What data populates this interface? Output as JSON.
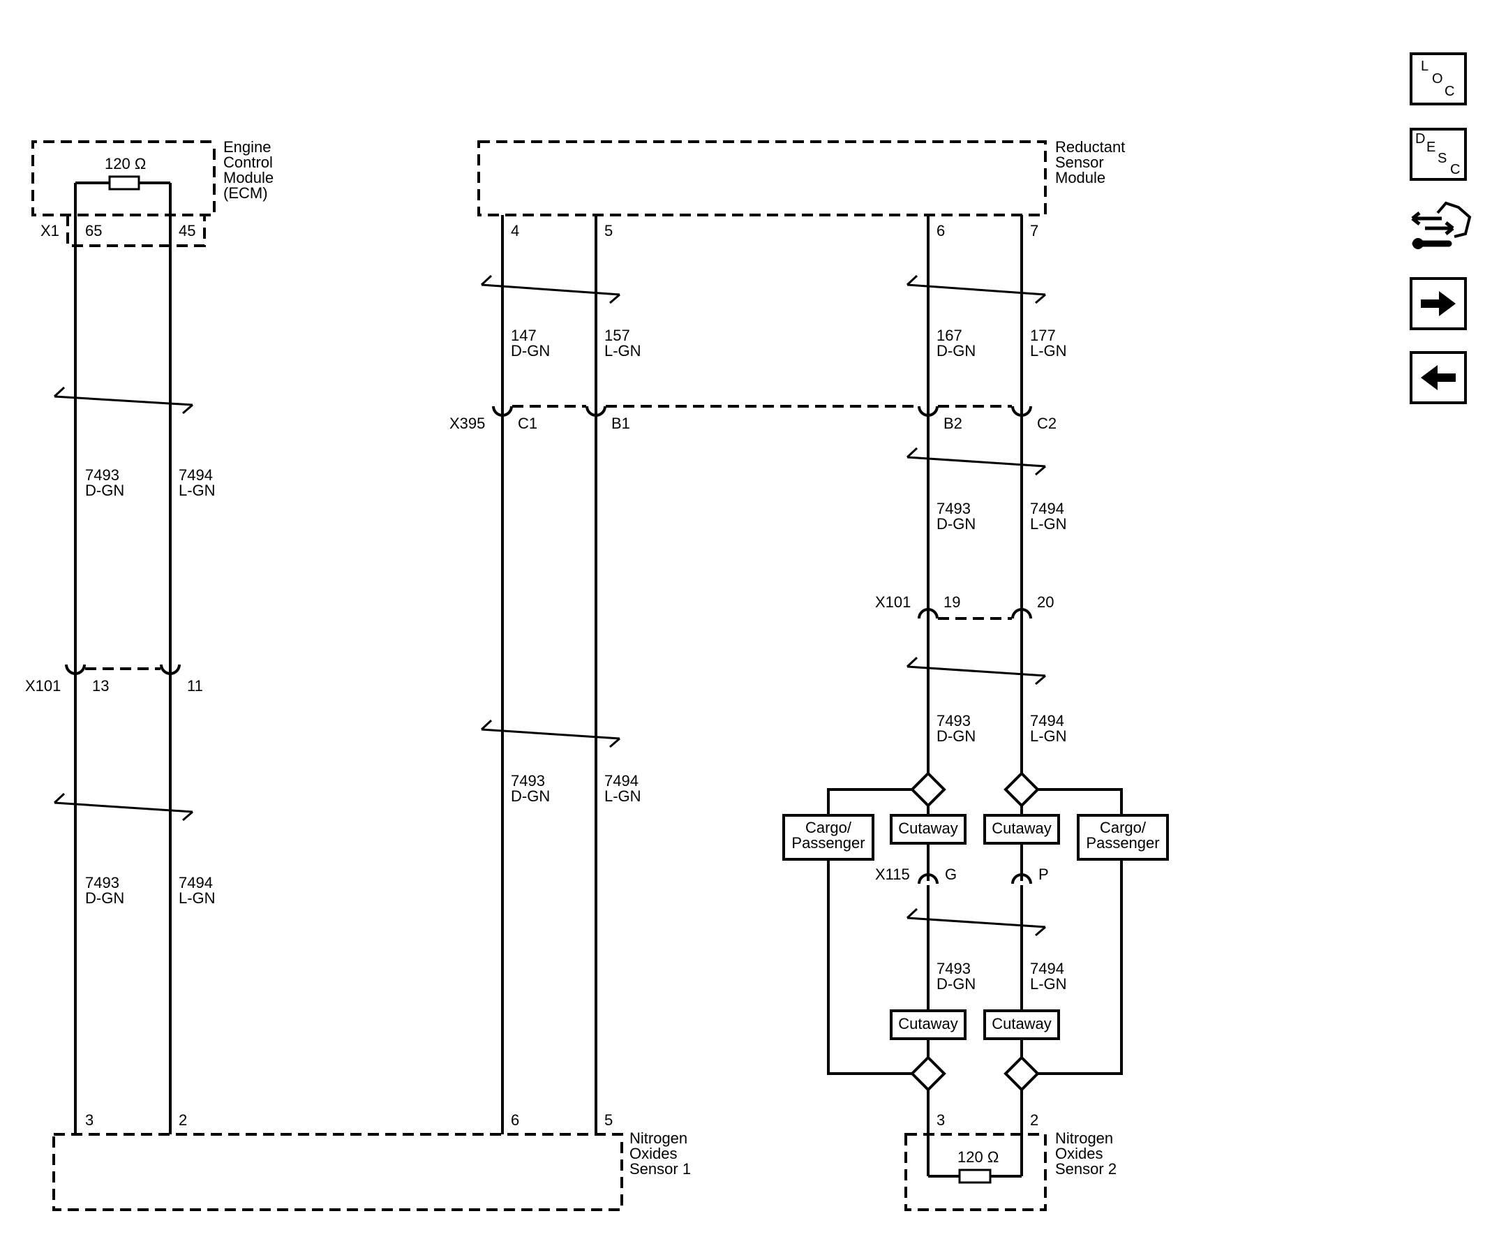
{
  "modules": {
    "ecm": {
      "name": "Engine\nControl\nModule\n(ECM)",
      "connector": "X1",
      "pins": [
        "65",
        "45"
      ],
      "resistor": "120 Ω"
    },
    "rsm": {
      "name": "Reductant\nSensor\nModule",
      "pins": [
        "4",
        "5",
        "6",
        "7"
      ]
    },
    "nox1": {
      "name": "Nitrogen\nOxides\nSensor 1",
      "pins": [
        "3",
        "2",
        "6",
        "5"
      ]
    },
    "nox2": {
      "name": "Nitrogen\nOxides\nSensor 2",
      "pins": [
        "3",
        "2"
      ],
      "resistor": "120 Ω"
    }
  },
  "wires": {
    "ecm_upper": [
      {
        "circuit": "7493",
        "color": "D-GN"
      },
      {
        "circuit": "7494",
        "color": "L-GN"
      }
    ],
    "ecm_lower": [
      {
        "circuit": "7493",
        "color": "D-GN"
      },
      {
        "circuit": "7494",
        "color": "L-GN"
      }
    ],
    "rsm_top": [
      {
        "circuit": "147",
        "color": "D-GN"
      },
      {
        "circuit": "157",
        "color": "L-GN"
      },
      {
        "circuit": "167",
        "color": "D-GN"
      },
      {
        "circuit": "177",
        "color": "L-GN"
      }
    ],
    "rsm_mid_left": [
      {
        "circuit": "7493",
        "color": "D-GN"
      },
      {
        "circuit": "7494",
        "color": "L-GN"
      }
    ],
    "right_a": [
      {
        "circuit": "7493",
        "color": "D-GN"
      },
      {
        "circuit": "7494",
        "color": "L-GN"
      }
    ],
    "right_b": [
      {
        "circuit": "7493",
        "color": "D-GN"
      },
      {
        "circuit": "7494",
        "color": "L-GN"
      }
    ],
    "right_c": [
      {
        "circuit": "7493",
        "color": "D-GN"
      },
      {
        "circuit": "7494",
        "color": "L-GN"
      }
    ]
  },
  "connectors": {
    "x101_left": {
      "name": "X101",
      "pins": [
        "13",
        "11"
      ]
    },
    "x395": {
      "name": "X395",
      "pins": [
        "C1",
        "B1",
        "B2",
        "C2"
      ]
    },
    "x101_right": {
      "name": "X101",
      "pins": [
        "19",
        "20"
      ]
    },
    "x115": {
      "name": "X115",
      "pins": [
        "G",
        "P"
      ]
    }
  },
  "options": {
    "cargo": "Cargo/\nPassenger",
    "cutaway": "Cutaway"
  },
  "nav": {
    "loc": [
      "L",
      "O",
      "C"
    ],
    "desc": [
      "D",
      "E",
      "S",
      "C"
    ],
    "icons": [
      "component-locator-icon",
      "next-arrow-icon",
      "previous-arrow-icon"
    ]
  }
}
